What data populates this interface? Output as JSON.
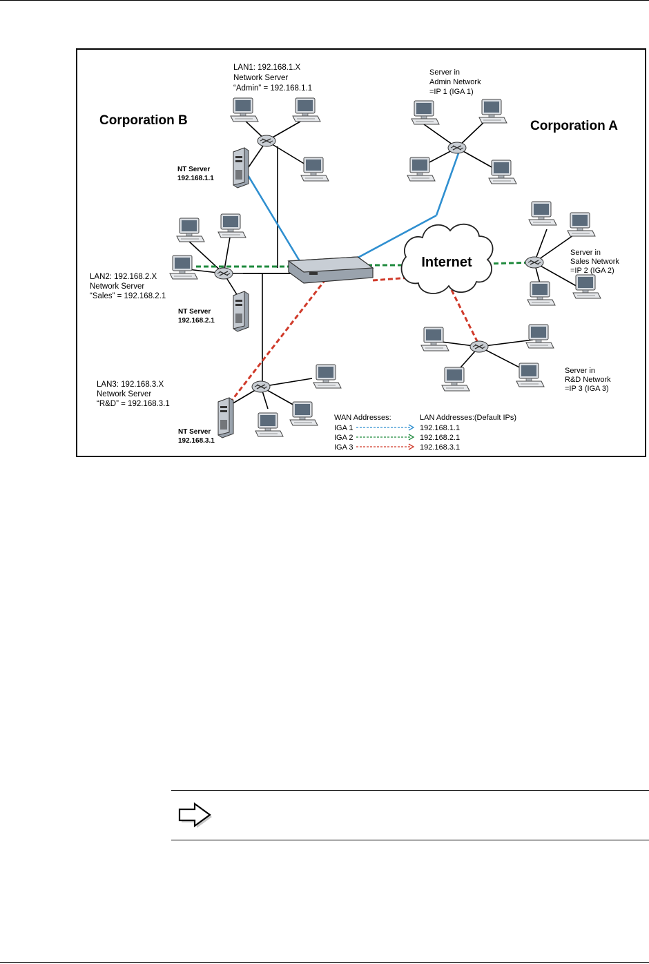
{
  "diagram": {
    "corporation_b": "Corporation B",
    "corporation_a": "Corporation A",
    "internet": "Internet",
    "lan1": [
      "LAN1: 192.168.1.X",
      "Network Server",
      "“Admin” = 192.168.1.1"
    ],
    "lan2": [
      "LAN2: 192.168.2.X",
      "Network Server",
      "“Sales” = 192.168.2.1"
    ],
    "lan3": [
      "LAN3: 192.168.3.X",
      "Network Server",
      "“R&D” = 192.168.3.1"
    ],
    "nt_server_1": [
      "NT Server",
      "192.168.1.1"
    ],
    "nt_server_2": [
      "NT Server",
      "192.168.2.1"
    ],
    "nt_server_3": [
      "NT Server",
      "192.168.3.1"
    ],
    "server_admin": [
      "Server in",
      "Admin Network",
      "=IP 1 (IGA 1)"
    ],
    "server_sales": [
      "Server in",
      "Sales Network",
      "=IP 2 (IGA 2)"
    ],
    "server_rd": [
      "Server in",
      "R&D Network",
      "=IP 3 (IGA 3)"
    ],
    "legend": {
      "wan_header": "WAN Addresses:",
      "lan_header": "LAN Addresses:(Default IPs)",
      "rows": [
        {
          "wan": "IGA 1",
          "lan": "192.168.1.1",
          "color": "#2f8fd0"
        },
        {
          "wan": "IGA 2",
          "lan": "192.168.2.1",
          "color": "#1e8a3c"
        },
        {
          "wan": "IGA 3",
          "lan": "192.168.3.1",
          "color": "#d03a2a"
        }
      ]
    },
    "colors": {
      "blue_link": "#2f8fd0",
      "green_link": "#1e8a3c",
      "red_link": "#d03a2a",
      "monitor_screen": "#5b6b7b",
      "device": "#9aa3ad"
    }
  },
  "note": {
    "icon": "right-arrow-icon"
  }
}
